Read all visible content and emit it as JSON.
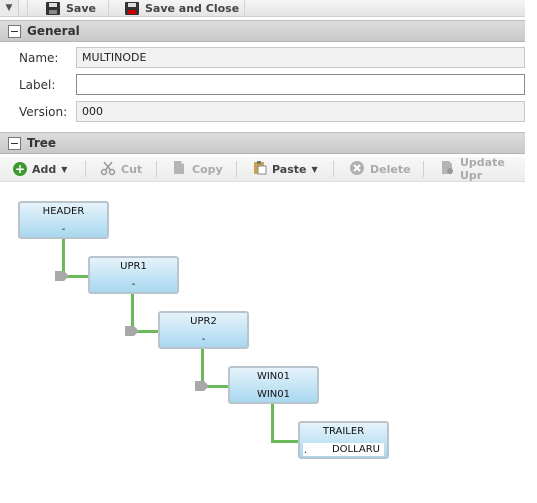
{
  "toolbar": {
    "save_label": "Save",
    "save_close_label": "Save and Close"
  },
  "general": {
    "title": "General",
    "name_label": "Name:",
    "name_value": "MULTINODE",
    "label_label": "Label:",
    "label_value": "",
    "version_label": "Version:",
    "version_value": "000"
  },
  "tree": {
    "title": "Tree",
    "toolbar": {
      "add": "Add",
      "cut": "Cut",
      "copy": "Copy",
      "paste": "Paste",
      "delete": "Delete",
      "update": "Update Upr"
    },
    "nodes": [
      {
        "name": "HEADER",
        "value": "-"
      },
      {
        "name": "UPR1",
        "value": "-"
      },
      {
        "name": "UPR2",
        "value": "-"
      },
      {
        "name": "WIN01",
        "value": "WIN01"
      },
      {
        "name": "TRAILER",
        "prefix": ".",
        "value": "DOLLARU"
      }
    ]
  },
  "colors": {
    "connector": "#6aba5a",
    "node_top": "#e6f3fb",
    "node_bottom": "#a9d8f0",
    "add_icon": "#3d9a2e"
  }
}
